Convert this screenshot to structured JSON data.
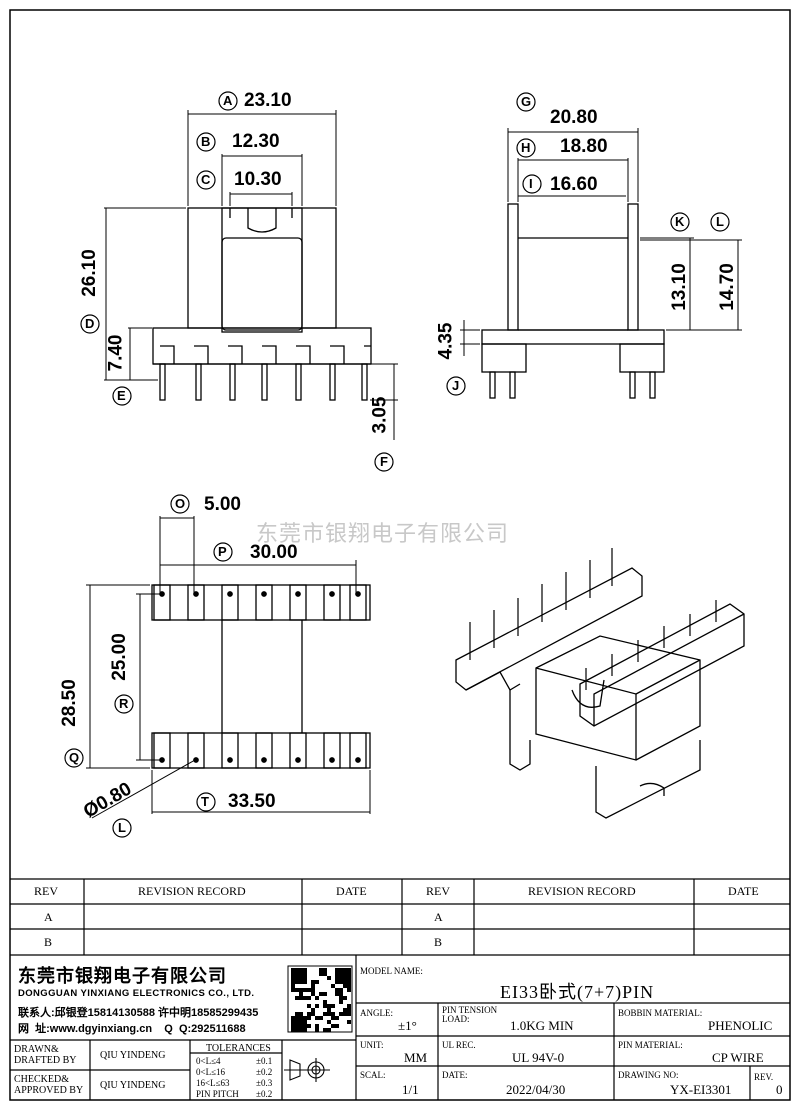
{
  "watermark": "东莞市银翔电子有限公司",
  "front_view": {
    "dim_a": "23.10",
    "label_a": "A",
    "dim_b": "12.30",
    "label_b": "B",
    "dim_c": "10.30",
    "label_c": "C",
    "dim_d": "26.10",
    "label_d": "D",
    "dim_e": "7.40",
    "label_e": "E",
    "dim_f": "3.05",
    "label_f": "F"
  },
  "side_view": {
    "dim_g": "20.80",
    "label_g": "G",
    "dim_h": "18.80",
    "label_h": "H",
    "dim_i": "16.60",
    "label_i": "I",
    "dim_k": "13.10",
    "label_k": "K",
    "dim_l": "14.70",
    "label_l": "L",
    "dim_j": "4.35",
    "label_j": "J"
  },
  "bottom_view": {
    "dim_o": "5.00",
    "label_o": "O",
    "dim_p": "30.00",
    "label_p": "P",
    "dim_r": "25.00",
    "label_r": "R",
    "dim_q": "28.50",
    "label_q": "Q",
    "dim_pin": "Ø0.80",
    "label_pin": "L",
    "dim_t": "33.50",
    "label_t": "T"
  },
  "revision_table": {
    "headers": [
      "REV",
      "REVISION RECORD",
      "DATE",
      "REV",
      "REVISION RECORD",
      "DATE"
    ],
    "rows": [
      [
        "A",
        "A"
      ],
      [
        "B",
        "B"
      ]
    ]
  },
  "company": {
    "name_cn": "东莞市银翔电子有限公司",
    "name_en": "DONGGUAN YINXIANG ELECTRONICS CO., LTD.",
    "contact": "联系人:邱银登15814130588 许中明18585299435",
    "web": "网  址:www.dgyinxiang.cn    Q  Q:292511688"
  },
  "title_block": {
    "model_name_label": "MODEL NAME:",
    "model_name": "EI33卧式(7+7)PIN",
    "angle_label": "ANGLE:",
    "angle": "±1°",
    "pin_tension_label": "PIN TENSION\nLOAD:",
    "pin_tension": "1.0KG MIN",
    "bobbin_material_label": "BOBBIN MATERIAL:",
    "bobbin_material": "PHENOLIC",
    "unit_label": "UNIT:",
    "unit": "MM",
    "ul_rec_label": "UL REC.",
    "ul_rec": "UL 94V-0",
    "pin_material_label": "PIN MATERIAL:",
    "pin_material": "CP WIRE",
    "scale_label": "SCAL:",
    "scale": "1/1",
    "date_label": "DATE:",
    "date": "2022/04/30",
    "drawing_no_label": "DRAWING NO:",
    "drawing_no": "YX-EI3301",
    "rev_label": "REV.",
    "rev": "0",
    "drawn_label": "DRAWN&\nDRAFTED BY",
    "drawn_by": "QIU YINDENG",
    "checked_label": "CHECKED&\nAPPROVED BY",
    "checked_by": "QIU YINDENG",
    "tolerances_label": "TOLERANCES",
    "tolerances": [
      [
        "0<L≤4",
        "±0.1"
      ],
      [
        "0<L≤16",
        "±0.2"
      ],
      [
        "16<L≤63",
        "±0.3"
      ],
      [
        "PIN PITCH",
        "±0.2"
      ]
    ]
  }
}
